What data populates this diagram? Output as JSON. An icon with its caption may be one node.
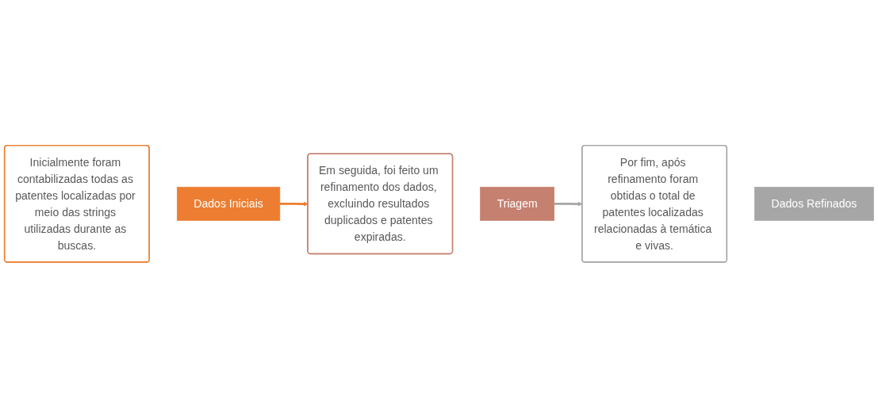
{
  "diagram": {
    "nodes": [
      {
        "text": [
          "Inicialmente foram contabilizadas todas as patentes localizadas por meio das strings utilizadas durante as buscas."
        ]
      },
      {
        "text": [
          "Dados Iniciais"
        ]
      },
      {
        "text": [
          "Em seguida, foi feito um refinamento dos dados, excluindo resultados duplicados e patentes expiradas."
        ]
      },
      {
        "text": [
          "Triagem"
        ]
      },
      {
        "text": [
          "Por fim, após refinamento foram obtidas o total de patentes localizadas relacionadas à temática e vivas."
        ]
      },
      {
        "text": [
          "Dados Refinados"
        ]
      }
    ],
    "edges": [
      {
        "from": 1,
        "to": 2,
        "arrow": "to",
        "color": "#ed7d31"
      },
      {
        "from": 3,
        "to": 4,
        "arrow": "to",
        "color": "#a6a6a6"
      }
    ]
  }
}
